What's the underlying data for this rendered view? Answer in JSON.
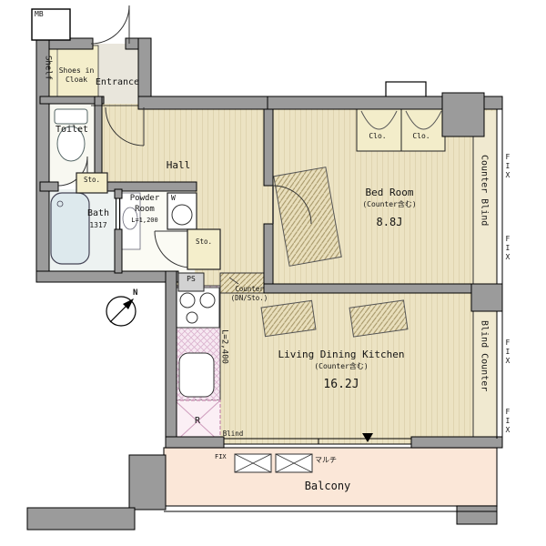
{
  "rooms": {
    "mb": "MB",
    "entrance": "Entrance",
    "shelf": "Shelf",
    "shoes_in": "Shoes in",
    "cloak": "Cloak",
    "toilet": "Toilet",
    "hall": "Hall",
    "sto_upper": "Sto.",
    "bath": "Bath",
    "bath_size": "1317",
    "powder_1": "Powder",
    "powder_2": "Room",
    "powder_length": "L=1,200",
    "washer": "W",
    "sto_lower": "Sto.",
    "ps": "PS",
    "counter_1": "Counter",
    "counter_2": "(DN/Sto.)",
    "bedroom": "Bed Room",
    "bedroom_note": "(Counter含む)",
    "bedroom_size": "8.8J",
    "closet_1": "Clo.",
    "closet_2": "Clo.",
    "counter_blind": "Counter Blind",
    "blind_counter": "Blind Counter",
    "ldk": "Living Dining Kitchen",
    "ldk_note": "(Counter含む)",
    "ldk_size": "16.2J",
    "kitchen_length": "L=2,400",
    "refrigerator": "R",
    "blind": "Blind",
    "balcony": "Balcony",
    "multi": "マルチ",
    "north": "N"
  },
  "windows": {
    "balcony_fix": "FIX",
    "fix_labels": [
      "FIX",
      "FIX",
      "FIX",
      "FIX"
    ]
  },
  "colors": {
    "wall": "#9b9b9b",
    "flooring": "#ece3c3",
    "flooring_stripe": "#d2c49c",
    "storage_yellow": "#f4eecb",
    "kitchen_pink": "#f7e9f2",
    "bath_blue": "#dde9ed",
    "balcony_peach": "#fbe7d8"
  }
}
